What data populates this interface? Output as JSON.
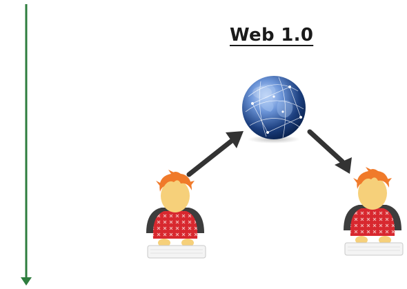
{
  "diagram": {
    "title": "Web 1.0",
    "colors": {
      "timeline": "#2e7d3e",
      "arrow": "#333333",
      "hair": "#f07a2a",
      "face": "#f6d07a",
      "shirt": "#d8282f",
      "shirt_pattern": "#f3b6b6",
      "desk": "#3d3d3d",
      "keyboard": "#f4f4f4",
      "globe_dark": "#0e2f66",
      "globe_light": "#7fa9e6"
    },
    "nodes": [
      {
        "id": "globe",
        "icon": "globe-icon"
      },
      {
        "id": "user-left",
        "icon": "user-icon"
      },
      {
        "id": "user-right",
        "icon": "user-icon"
      }
    ],
    "edges": [
      {
        "from": "user-left",
        "to": "globe"
      },
      {
        "from": "globe",
        "to": "user-right"
      }
    ]
  }
}
